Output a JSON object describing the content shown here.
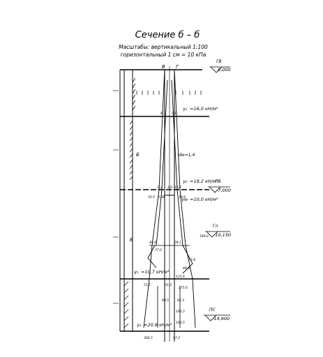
{
  "title": "Сечение б – б",
  "scale_vertical": "Масштабы: вертикальный 1:100",
  "scale_horizontal": "горизонтальный 1 см = 10 кПа",
  "point_labels": {
    "left": "В",
    "right": "Г"
  },
  "elevations": [
    {
      "code": "ГВ",
      "value": "0,000"
    },
    {
      "code": "ПВ",
      "value": "-7,000"
    },
    {
      "code": "Гл",
      "value": "-10,150"
    },
    {
      "code": "ПС",
      "value": "-14,900"
    }
  ],
  "unit_weights": [
    {
      "symbol": "γ₁",
      "value": "=16,0 кН/м³"
    },
    {
      "symbol": "γ₂",
      "value": "=18,2 кН/м³"
    },
    {
      "symbol": "γw",
      "value": "=10,0 кН/м³"
    },
    {
      "symbol": "γ₃",
      "value": "=10,7 кН/м³"
    },
    {
      "symbol": "γ₄",
      "value": "=20,9 кН/м³"
    }
  ],
  "side_labels": [
    "Б",
    "Б"
  ],
  "diagram_values": {
    "dw": "dw=1,4",
    "upper": [
      "6,1",
      "5,1",
      "8,4",
      "3,0",
      "19,2",
      "50,5",
      "9,08",
      "39,9"
    ],
    "lower": [
      "45,8",
      "38,1",
      "180,0",
      "77,0",
      "72,8",
      "44,8",
      "115,6",
      "31,3",
      "51,5",
      "175,6",
      "84,5",
      "85,3",
      "163,5",
      "163,5"
    ],
    "bottom": [
      "390,5",
      "97,2"
    ]
  }
}
